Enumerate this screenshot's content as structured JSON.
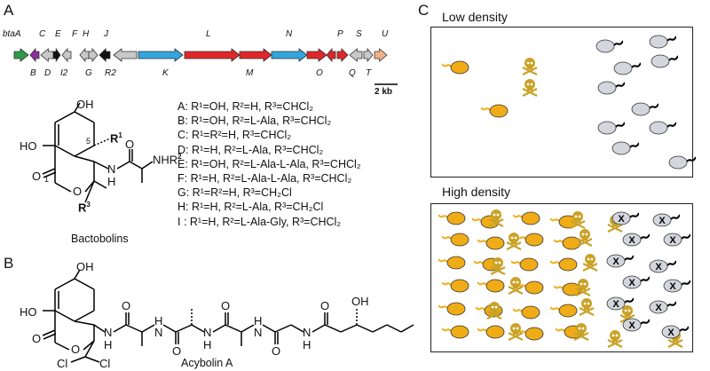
{
  "panels": {
    "A": "A",
    "B": "B",
    "C": "C"
  },
  "gene_cluster": {
    "first_label": "btaA",
    "top_labels": [
      "C",
      "E",
      "F",
      "H",
      "J",
      "L",
      "N",
      "P",
      "S",
      "U"
    ],
    "bottom_labels": [
      "B",
      "D",
      "I2",
      "G",
      "R2",
      "K",
      "M",
      "O",
      "Q",
      "T"
    ],
    "scale_bar": "2 kb",
    "colors": {
      "green": "#2e9b47",
      "purple": "#8a2f9c",
      "gray": "#c8c8c8",
      "black": "#111111",
      "blue": "#33a6dd",
      "red": "#e0262a",
      "orange": "#f2b08a"
    }
  },
  "bactobolin_structure": {
    "name": "Bactobolins",
    "atoms": {
      "oh_top": "OH",
      "ho_left": "HO",
      "o_carbonyl": "O",
      "o_ring": "O",
      "r1": "R",
      "r1_sup": "1",
      "nhr2": "NHR",
      "nhr2_sup": "2",
      "r3": "R",
      "r3_sup": "3",
      "n_amide": "N",
      "h_amide": "H",
      "o_amide": "O",
      "num1": "1",
      "num5": "5"
    }
  },
  "legend": [
    "A: R¹=OH, R²=H, R³=CHCl₂",
    "B: R¹=OH, R²=L-Ala, R³=CHCl₂",
    "C: R¹=R²=H, R³=CHCl₂",
    "D: R¹=H, R²=L-Ala, R³=CHCl₂",
    "E: R¹=OH, R²=L-Ala-L-Ala, R³=CHCl₂",
    "F: R¹=H, R²=L-Ala-L-Ala, R³=CHCl₂",
    "G: R¹=R²=H, R³=CH₂Cl",
    "H: R¹=H, R²=L-Ala, R³=CH₂Cl",
    "I : R¹=H, R²=L-Ala-Gly, R³=CHCl₂"
  ],
  "acybolin_structure": {
    "name": "Acybolin A",
    "atoms": {
      "oh_top": "OH",
      "ho_left": "HO",
      "o1": "O",
      "o2": "O",
      "n1": "N",
      "h1": "H",
      "h2": "H",
      "n2": "N",
      "n3": "N",
      "h3": "H",
      "h4": "H",
      "n4": "N",
      "oh_chain": "OH",
      "cl1": "Cl",
      "cl2": "Cl",
      "o_a1": "O",
      "o_a2": "O",
      "o_a3": "O",
      "o_a4": "O",
      "o_a5": "O",
      "h5": "H"
    }
  },
  "density_panels": {
    "low": {
      "title": "Low density"
    },
    "high": {
      "title": "High density"
    },
    "killed_mark": "X",
    "colors": {
      "producer": "#f0ac16",
      "susceptible": "#d3d6dc",
      "skull": "#c9a227"
    }
  }
}
